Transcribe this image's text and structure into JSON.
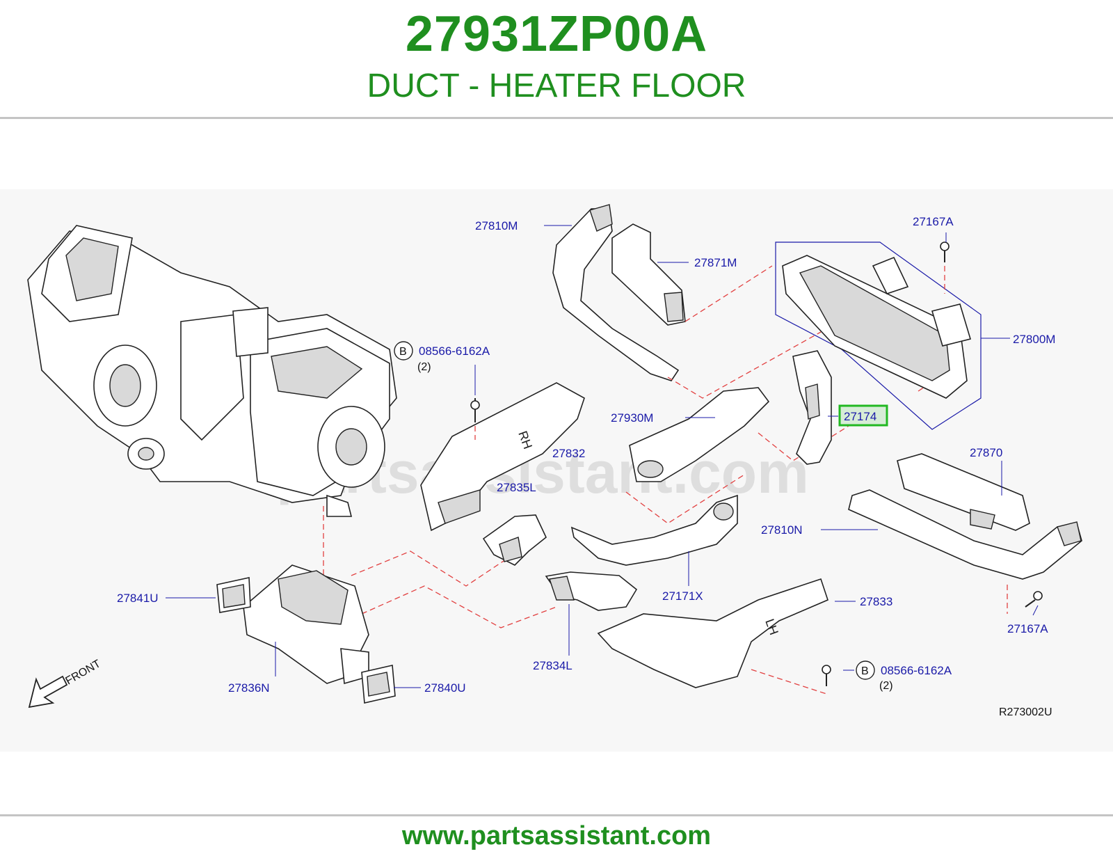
{
  "header": {
    "part_number": "27931ZP00A",
    "part_name": "DUCT - HEATER FLOOR"
  },
  "diagram": {
    "watermark": "partsassistant.com",
    "reference_code": "R273002U",
    "front_label": "FRONT",
    "highlighted_callout": "27174",
    "callouts": {
      "c27810M": "27810M",
      "c27871M": "27871M",
      "c27167A_top": "27167A",
      "c27800M": "27800M",
      "c08566_left": "08566-6162A",
      "c08566_left_qty": "(2)",
      "c27930M": "27930M",
      "c27174": "27174",
      "c27832": "27832",
      "c27870": "27870",
      "c27835L": "27835L",
      "c27810N": "27810N",
      "c27841U": "27841U",
      "c27171X": "27171X",
      "c27833": "27833",
      "c27167A_bottom": "27167A",
      "c27834L": "27834L",
      "c08566_right": "08566-6162A",
      "c08566_right_qty": "(2)",
      "c27836N": "27836N",
      "c27840U": "27840U",
      "bolt_marker_letter": "B"
    },
    "colors": {
      "title_green": "#1f8f1f",
      "label_blue": "#1a1aa8",
      "highlight_green": "#22b822",
      "dashed_red": "#e24040"
    }
  },
  "footer": {
    "url": "www.partsassistant.com"
  }
}
